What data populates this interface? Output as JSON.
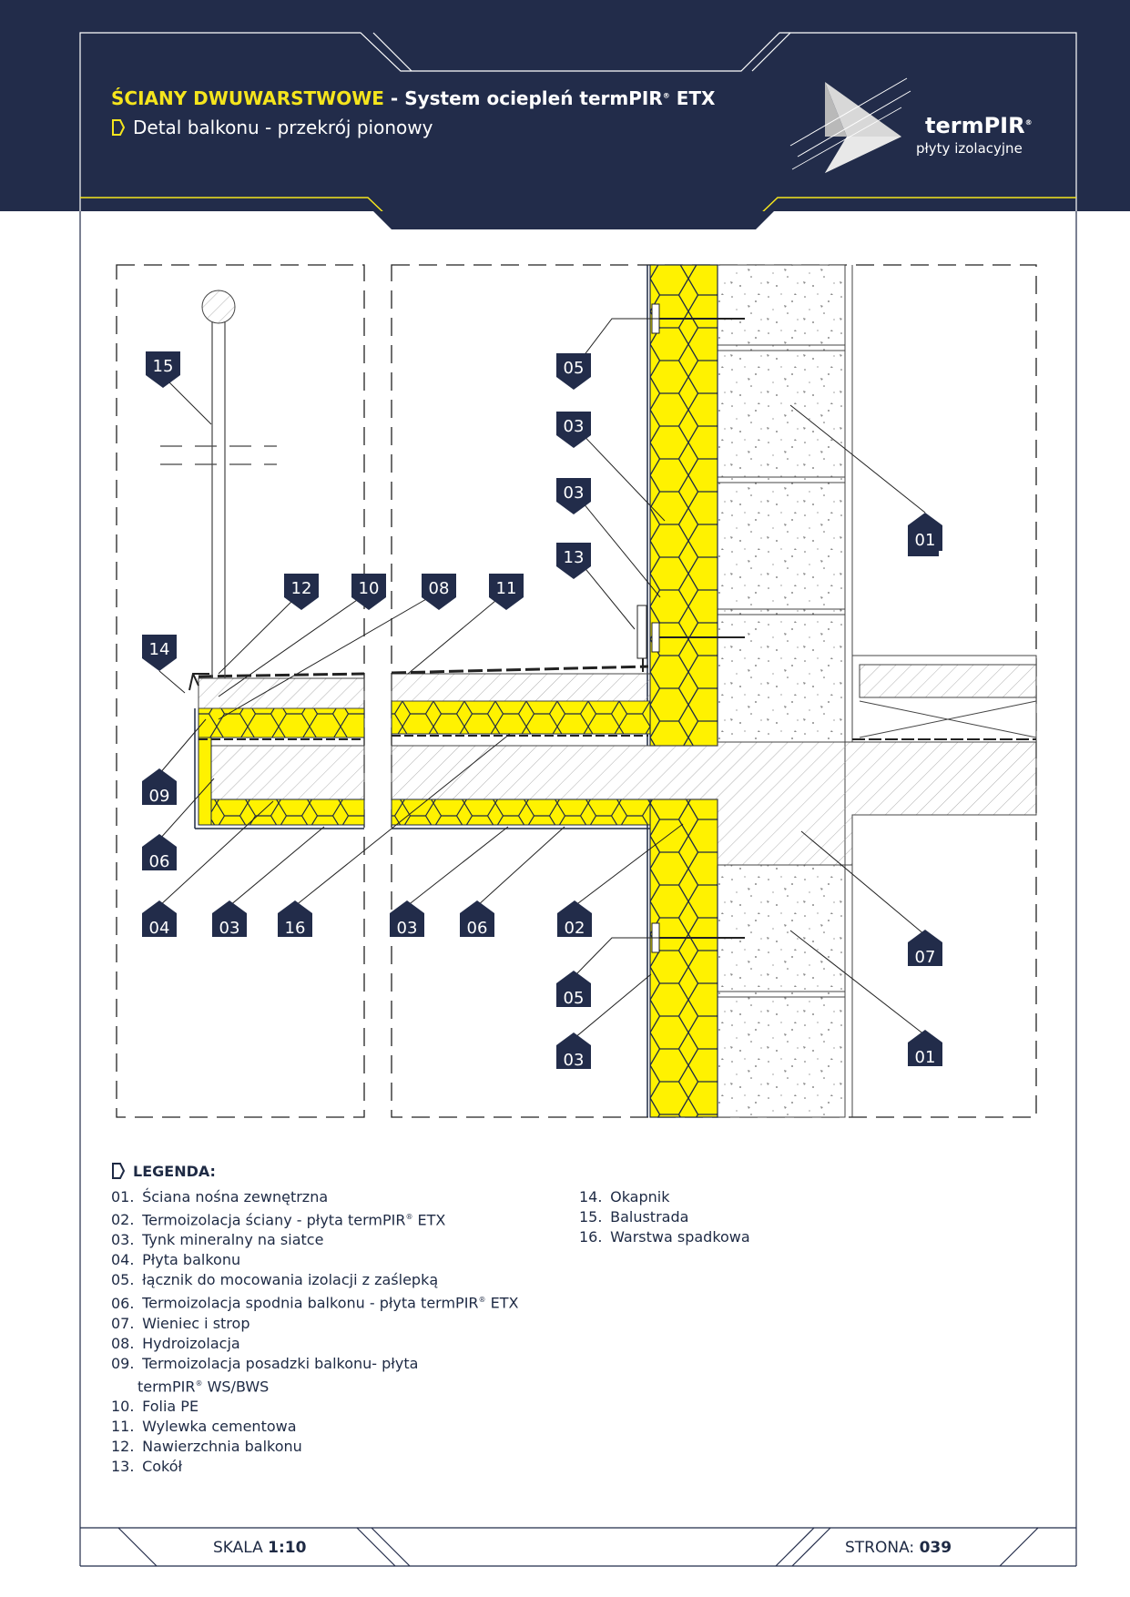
{
  "header": {
    "title_accent": "ŚCIANY DWUWARSTWOWE",
    "title_rest": " - System ociepleń termPIR",
    "title_reg": "®",
    "title_end": " ETX",
    "subtitle": "Detal balkonu - przekrój pionowy",
    "brand_name": "termPIR",
    "brand_reg": "®",
    "brand_tagline": "płyty izolacyjne"
  },
  "colors": {
    "navy": "#222c4a",
    "accent_yellow": "#f5e51d",
    "insulation_yellow": "#fff200"
  },
  "callouts": {
    "c15": "15",
    "c05a": "05",
    "c03a": "03",
    "c03b": "03",
    "c13": "13",
    "c01a": "01",
    "c12": "12",
    "c10": "10",
    "c08": "08",
    "c11": "11",
    "c14": "14",
    "c09": "09",
    "c06a": "06",
    "c04": "04",
    "c03c": "03",
    "c16": "16",
    "c03d": "03",
    "c06b": "06",
    "c02": "02",
    "c07": "07",
    "c05b": "05",
    "c03e": "03",
    "c01b": "01"
  },
  "legend": {
    "title": "LEGENDA:",
    "items": [
      {
        "num": "01.",
        "text": "Ściana nośna zewnętrzna"
      },
      {
        "num": "02.",
        "text": "Termoizolacja ściany - płyta termPIR",
        "reg": "®",
        "after": " ETX"
      },
      {
        "num": "03.",
        "text": "Tynk mineralny na siatce"
      },
      {
        "num": "04.",
        "text": "Płyta balkonu"
      },
      {
        "num": "05.",
        "text": "łącznik do mocowania izolacji z zaślepką"
      },
      {
        "num": "06.",
        "text": "Termoizolacja spodnia balkonu - płyta termPIR",
        "reg": "®",
        "after": " ETX"
      },
      {
        "num": "07.",
        "text": "Wieniec i strop"
      },
      {
        "num": "08.",
        "text": "Hydroizolacja"
      },
      {
        "num": "09.",
        "text": "Termoizolacja posadzki balkonu- płyta termPIR",
        "reg": "®",
        "after": " WS/BWS"
      },
      {
        "num": "10.",
        "text": "Folia PE"
      },
      {
        "num": "11.",
        "text": "Wylewka cementowa"
      },
      {
        "num": "12.",
        "text": "Nawierzchnia balkonu"
      },
      {
        "num": "13.",
        "text": "Cokół"
      },
      {
        "num": "14.",
        "text": "Okapnik"
      },
      {
        "num": "15.",
        "text": "Balustrada"
      },
      {
        "num": "16.",
        "text": "Warstwa spadkowa"
      }
    ]
  },
  "footer": {
    "scale_label": "SKALA",
    "scale_value": "1:10",
    "page_label": "STRONA:",
    "page_value": "039"
  }
}
